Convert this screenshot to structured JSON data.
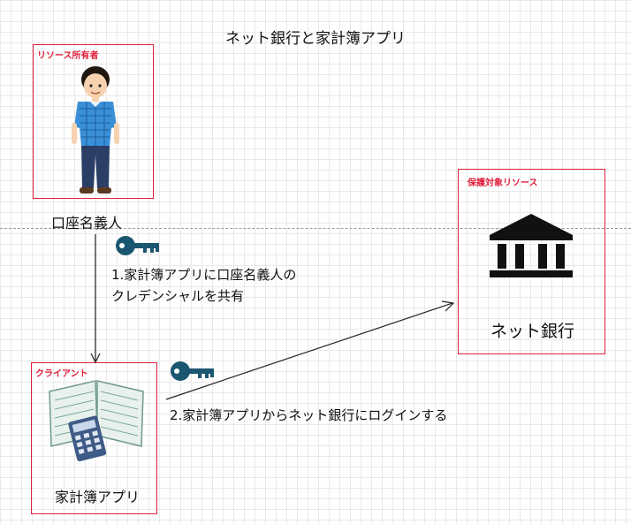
{
  "title": "ネット銀行と家計簿アプリ",
  "resource_owner": {
    "tag": "リソース所有者",
    "caption": "口座名義人",
    "icon": "person-icon"
  },
  "protected_resource": {
    "tag": "保護対象リソース",
    "caption": "ネット銀行",
    "icon": "bank-icon"
  },
  "client": {
    "tag": "クライアント",
    "caption": "家計簿アプリ",
    "icon": "account-book-calculator-icon"
  },
  "steps": [
    {
      "line1": "1.家計簿アプリに口座名義人の",
      "line2": "クレデンシャルを共有"
    },
    {
      "line1": "2.家計簿アプリからネット銀行にログインする"
    }
  ],
  "colors": {
    "box_border": "#e0203c",
    "key": "#1b5670",
    "bank": "#111111"
  }
}
